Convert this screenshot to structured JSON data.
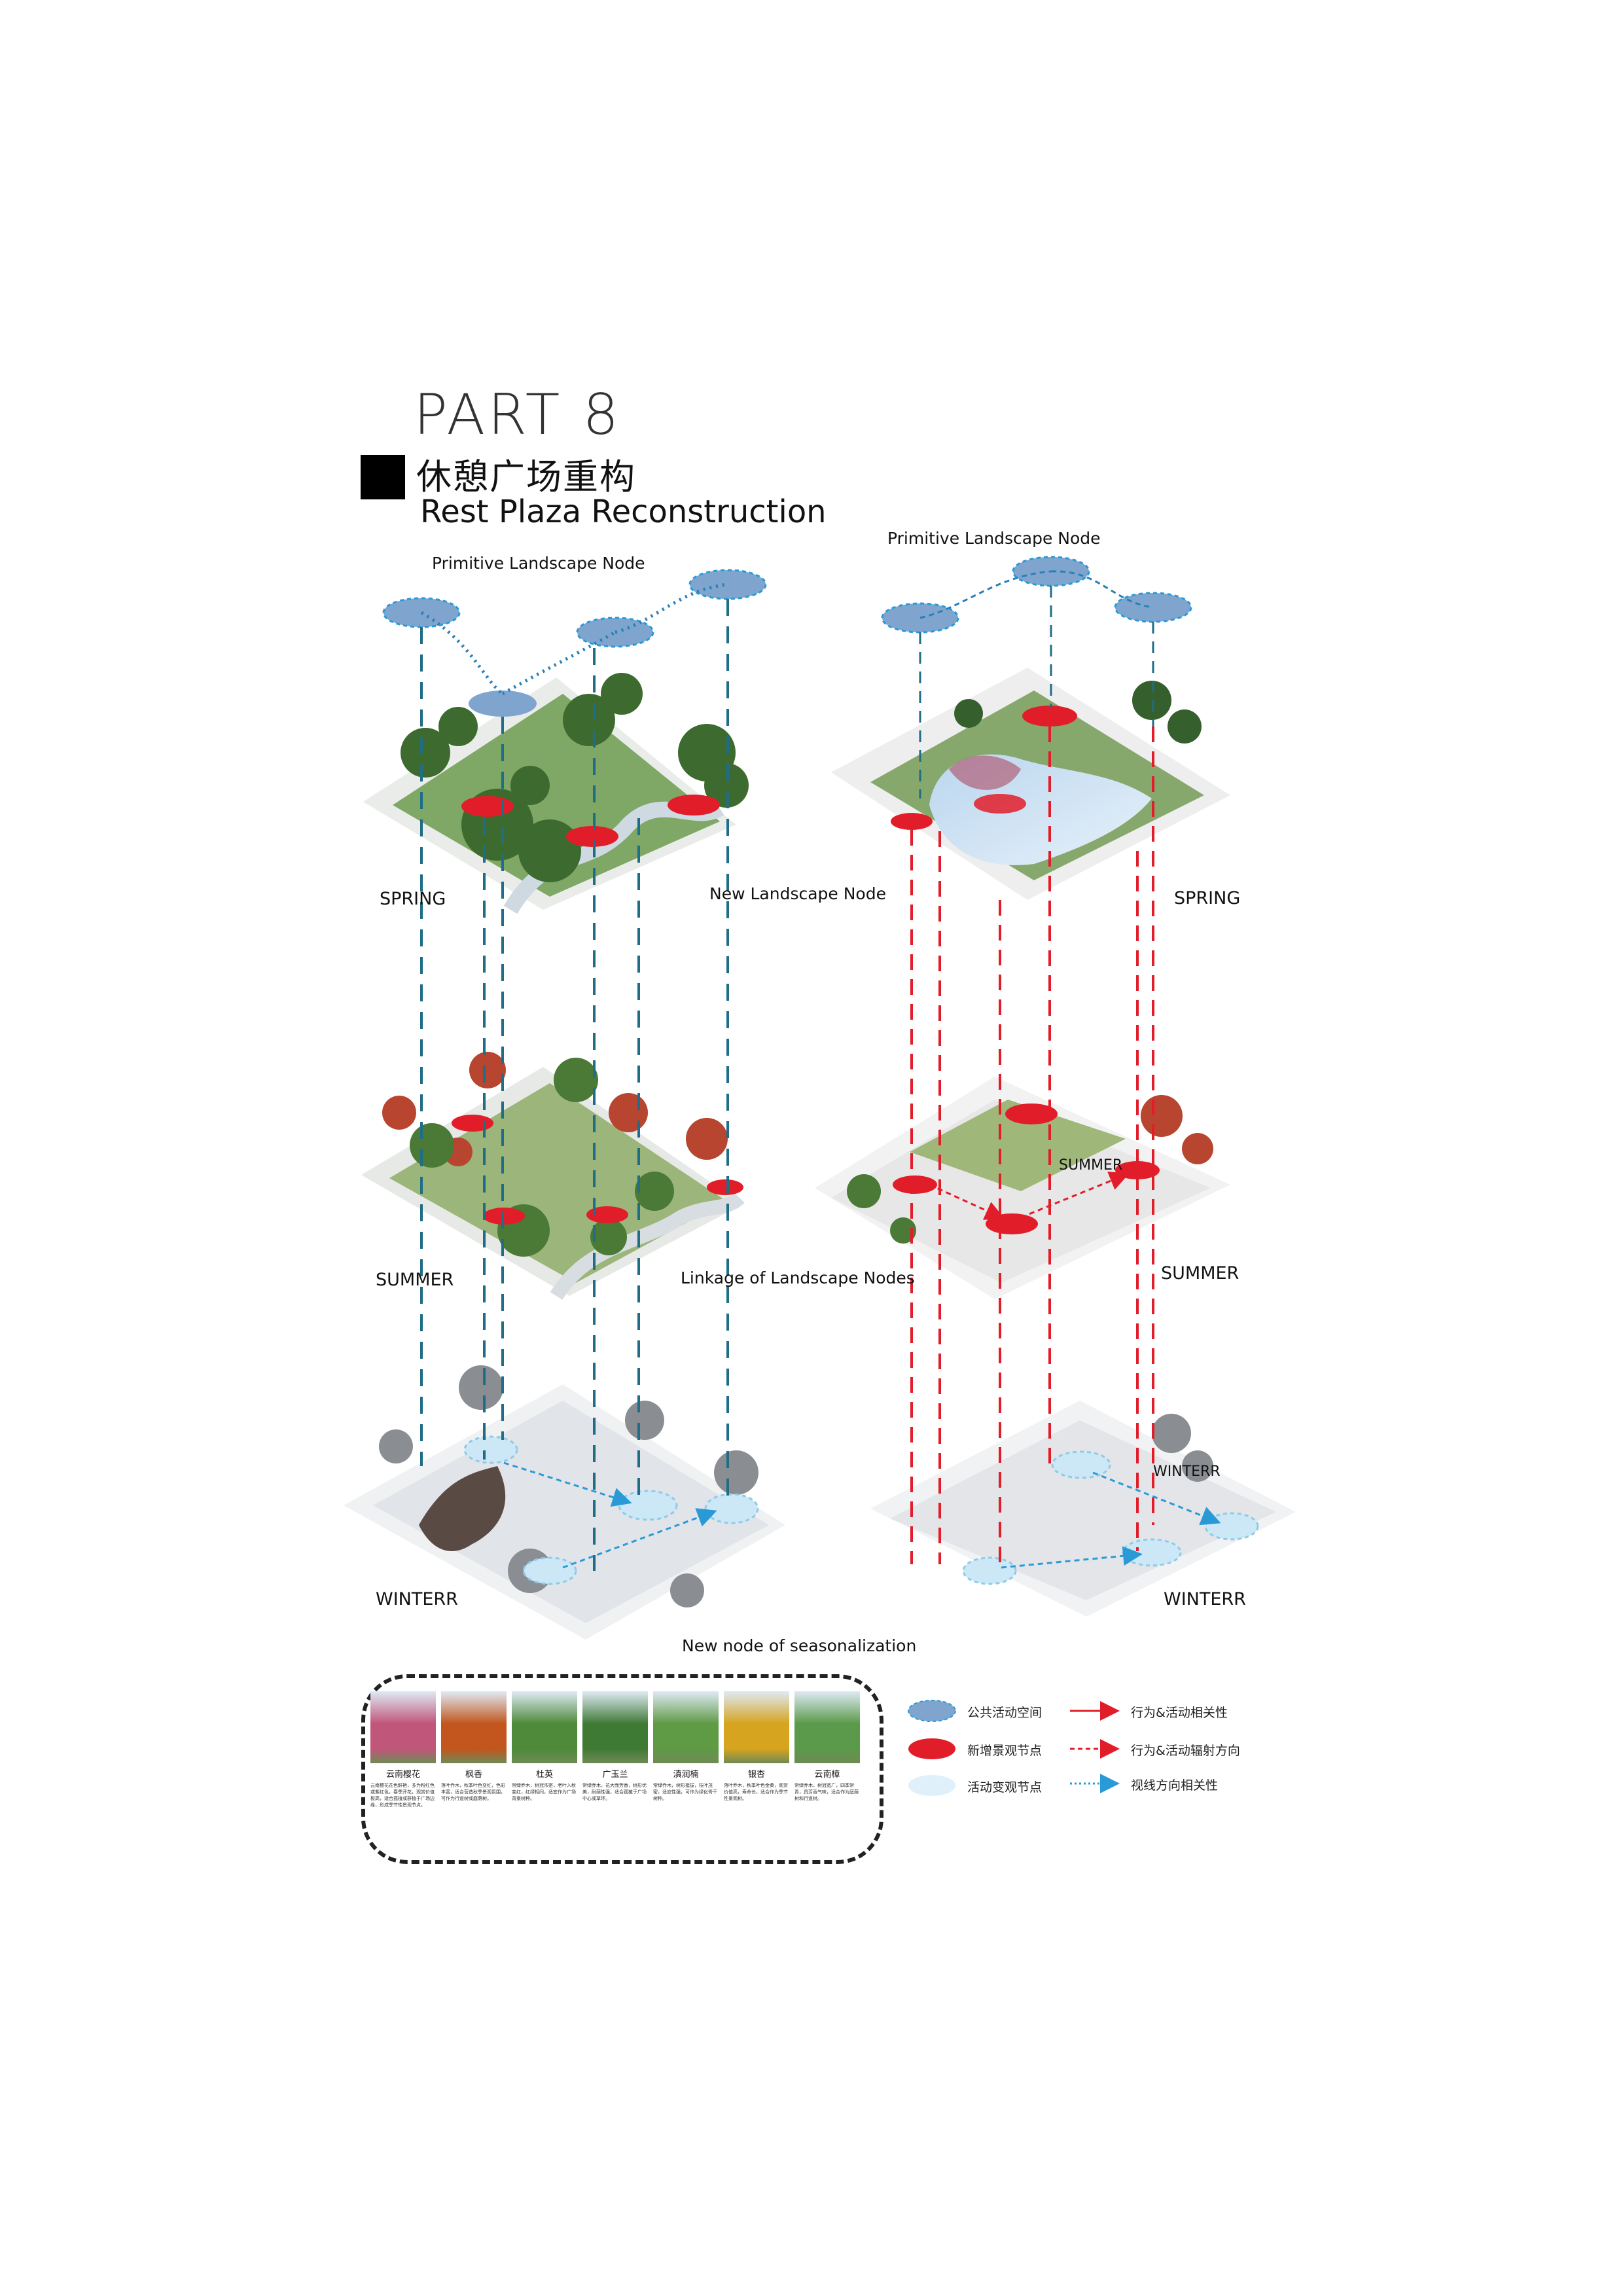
{
  "header": {
    "part": "PART 8",
    "title_cn": "休憩广场重构",
    "title_en": "Rest Plaza Reconstruction"
  },
  "labels": {
    "primitive_left": "Primitive Landscape Node",
    "primitive_right": "Primitive Landscape Node",
    "new_node": "New Landscape Node",
    "linkage": "Linkage of Landscape Nodes",
    "seasonal": "New node of seasonalization",
    "spring_left": "SPRING",
    "spring_right": "SPRING",
    "summer_left": "SUMMER",
    "summer_right": "SUMMER",
    "summer_overlay": "SUMMER",
    "winter_left": "WINTERR",
    "winter_right": "WINTERR",
    "winter_overlay": "WINTERR"
  },
  "plants": [
    {
      "name": "云南樱花",
      "color": "#c0567a",
      "text": "云南樱花花色鲜艳，多为粉红色或紫红色，春季开花，观赏价值极高，适合孤植或群植于广场边缘，形成季节性景观节点。"
    },
    {
      "name": "枫香",
      "color": "#c2561e",
      "text": "落叶乔木，秋季叶色变红，色彩丰富，适合营造秋季景观氛围，可作为行道树或庭荫树。"
    },
    {
      "name": "杜英",
      "color": "#4e8a3a",
      "text": "常绿乔木，树冠浓密，老叶入秋变红，红绿相间，适宜作为广场背景树种。"
    },
    {
      "name": "广玉兰",
      "color": "#3f7a35",
      "text": "常绿乔木，花大而芳香，树形优美，耐荫性强，适合孤植于广场中心或草坪。"
    },
    {
      "name": "滇润楠",
      "color": "#5f9a45",
      "text": "常绿乔木，树形挺拔，枝叶茂密，适应性强，可作为绿化骨干树种。"
    },
    {
      "name": "银杏",
      "color": "#d6a41f",
      "text": "落叶乔木，秋季叶色金黄，观赏价值高，寿命长，适合作为季节性景观树。"
    },
    {
      "name": "云南樟",
      "color": "#5b9a4a",
      "text": "常绿乔木，树冠宽广，四季常青，具芳香气味，适合作为庭荫树和行道树。"
    }
  ],
  "legend": [
    {
      "label": "公共活动空间",
      "type": "blue"
    },
    {
      "label": "新增景观节点",
      "type": "red"
    },
    {
      "label": "活动变观节点",
      "type": "light"
    }
  ],
  "legend_lines": [
    {
      "label": "行为&活动相关性",
      "type": "red-solid"
    },
    {
      "label": "行为&活动辐射方向",
      "type": "red-dashed"
    },
    {
      "label": "视线方向相关性",
      "type": "blue-dotted"
    }
  ]
}
